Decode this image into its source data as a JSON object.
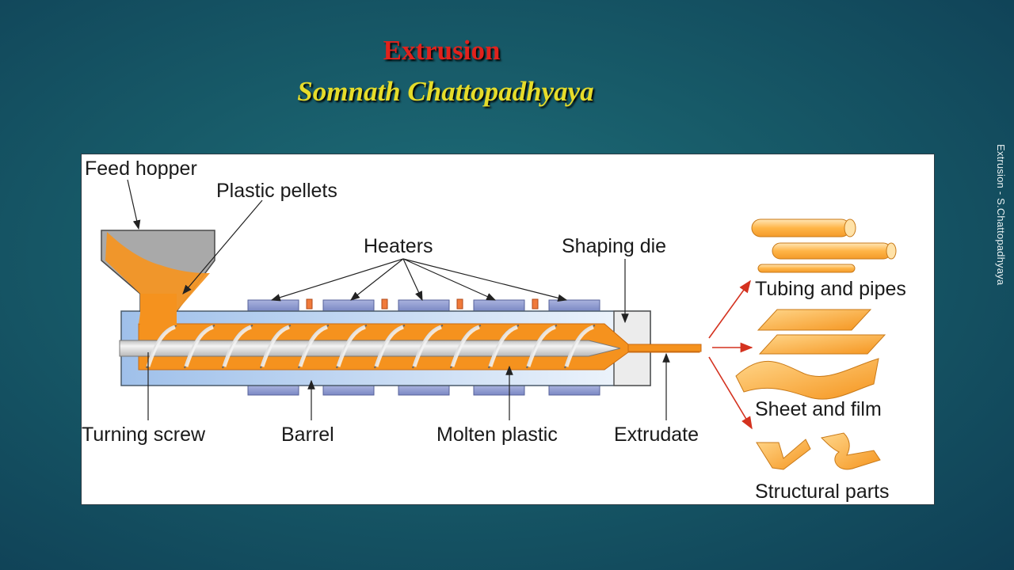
{
  "slide": {
    "title": "Extrusion",
    "subtitle": "Somnath Chattopadhyaya",
    "side_caption": "Extrusion - S.Chattopadhyaya"
  },
  "diagram": {
    "labels": {
      "feed_hopper": "Feed hopper",
      "plastic_pellets": "Plastic pellets",
      "heaters": "Heaters",
      "shaping_die": "Shaping die",
      "turning_screw": "Turning screw",
      "barrel": "Barrel",
      "molten_plastic": "Molten plastic",
      "extrudate": "Extrudate",
      "tubing_and_pipes": "Tubing and pipes",
      "sheet_and_film": "Sheet and film",
      "structural_parts": "Structural parts"
    },
    "colors": {
      "plastic": "#f5921e",
      "barrel": "#bcd3ee",
      "heater": "#8e9ad0",
      "heater_element": "#f07a3a",
      "screw": "#e6e6e6",
      "arrow": "#d4321f",
      "product": "#ffb548"
    }
  }
}
